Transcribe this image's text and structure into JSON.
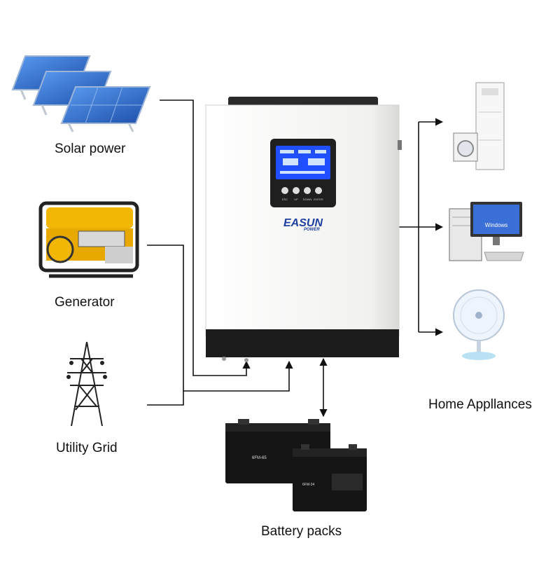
{
  "labels": {
    "solar": "Solar power",
    "generator": "Generator",
    "grid": "Utility Grid",
    "home": "Home Appllances",
    "battery": "Battery packs"
  },
  "inverter": {
    "brand_top": "EASUN",
    "brand_sub": "POWER",
    "button_labels": [
      "ESC",
      "UP",
      "DOWN",
      "ENTER"
    ]
  },
  "batteries": {
    "big_model": "6FM-65",
    "small_model": "6FM-34"
  },
  "monitor_text": "Windows",
  "colors": {
    "line": "#111111",
    "inverter_body": "#f4f4f2",
    "inverter_base": "#1c1c1c",
    "lcd": "#1f4fff",
    "solar_panel": "#2f6fd6",
    "generator": "#f2b705",
    "battery": "#151515"
  }
}
